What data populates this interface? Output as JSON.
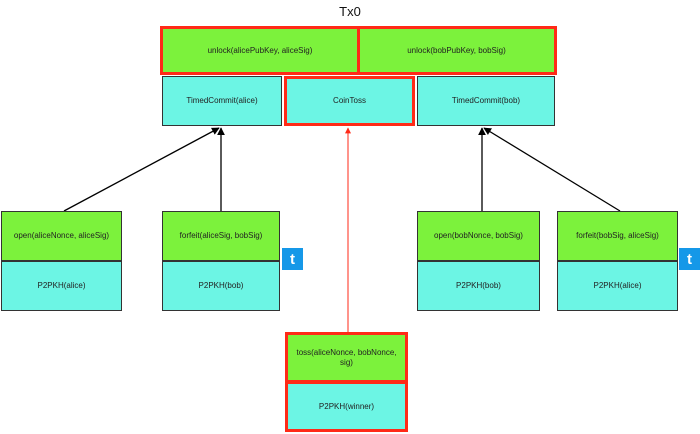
{
  "title": "Tx0",
  "tx0": {
    "unlock_alice": "unlock(alicePubKey, aliceSig)",
    "unlock_bob": "unlock(bobPubKey, bobSig)",
    "timed_commit_alice": "TimedCommit(alice)",
    "coin_toss": "CoinToss",
    "timed_commit_bob": "TimedCommit(bob)"
  },
  "alice_open": {
    "witness": "open(aliceNonce, aliceSig)",
    "output": "P2PKH(alice)"
  },
  "alice_forfeit": {
    "witness": "forfeit(aliceSig, bobSig)",
    "output": "P2PKH(bob)",
    "badge": "t"
  },
  "bob_open": {
    "witness": "open(bobNonce, bobSig)",
    "output": "P2PKH(bob)"
  },
  "bob_forfeit": {
    "witness": "forfeit(bobSig, aliceSig)",
    "output": "P2PKH(alice)",
    "badge": "t"
  },
  "toss": {
    "witness": "toss(aliceNonce, bobNonce, sig)",
    "output": "P2PKH(winner)"
  },
  "colors": {
    "witness": "#7cf23c",
    "output": "#6cf5e4",
    "highlight": "#ff2a17",
    "timelock": "#1598e8"
  }
}
